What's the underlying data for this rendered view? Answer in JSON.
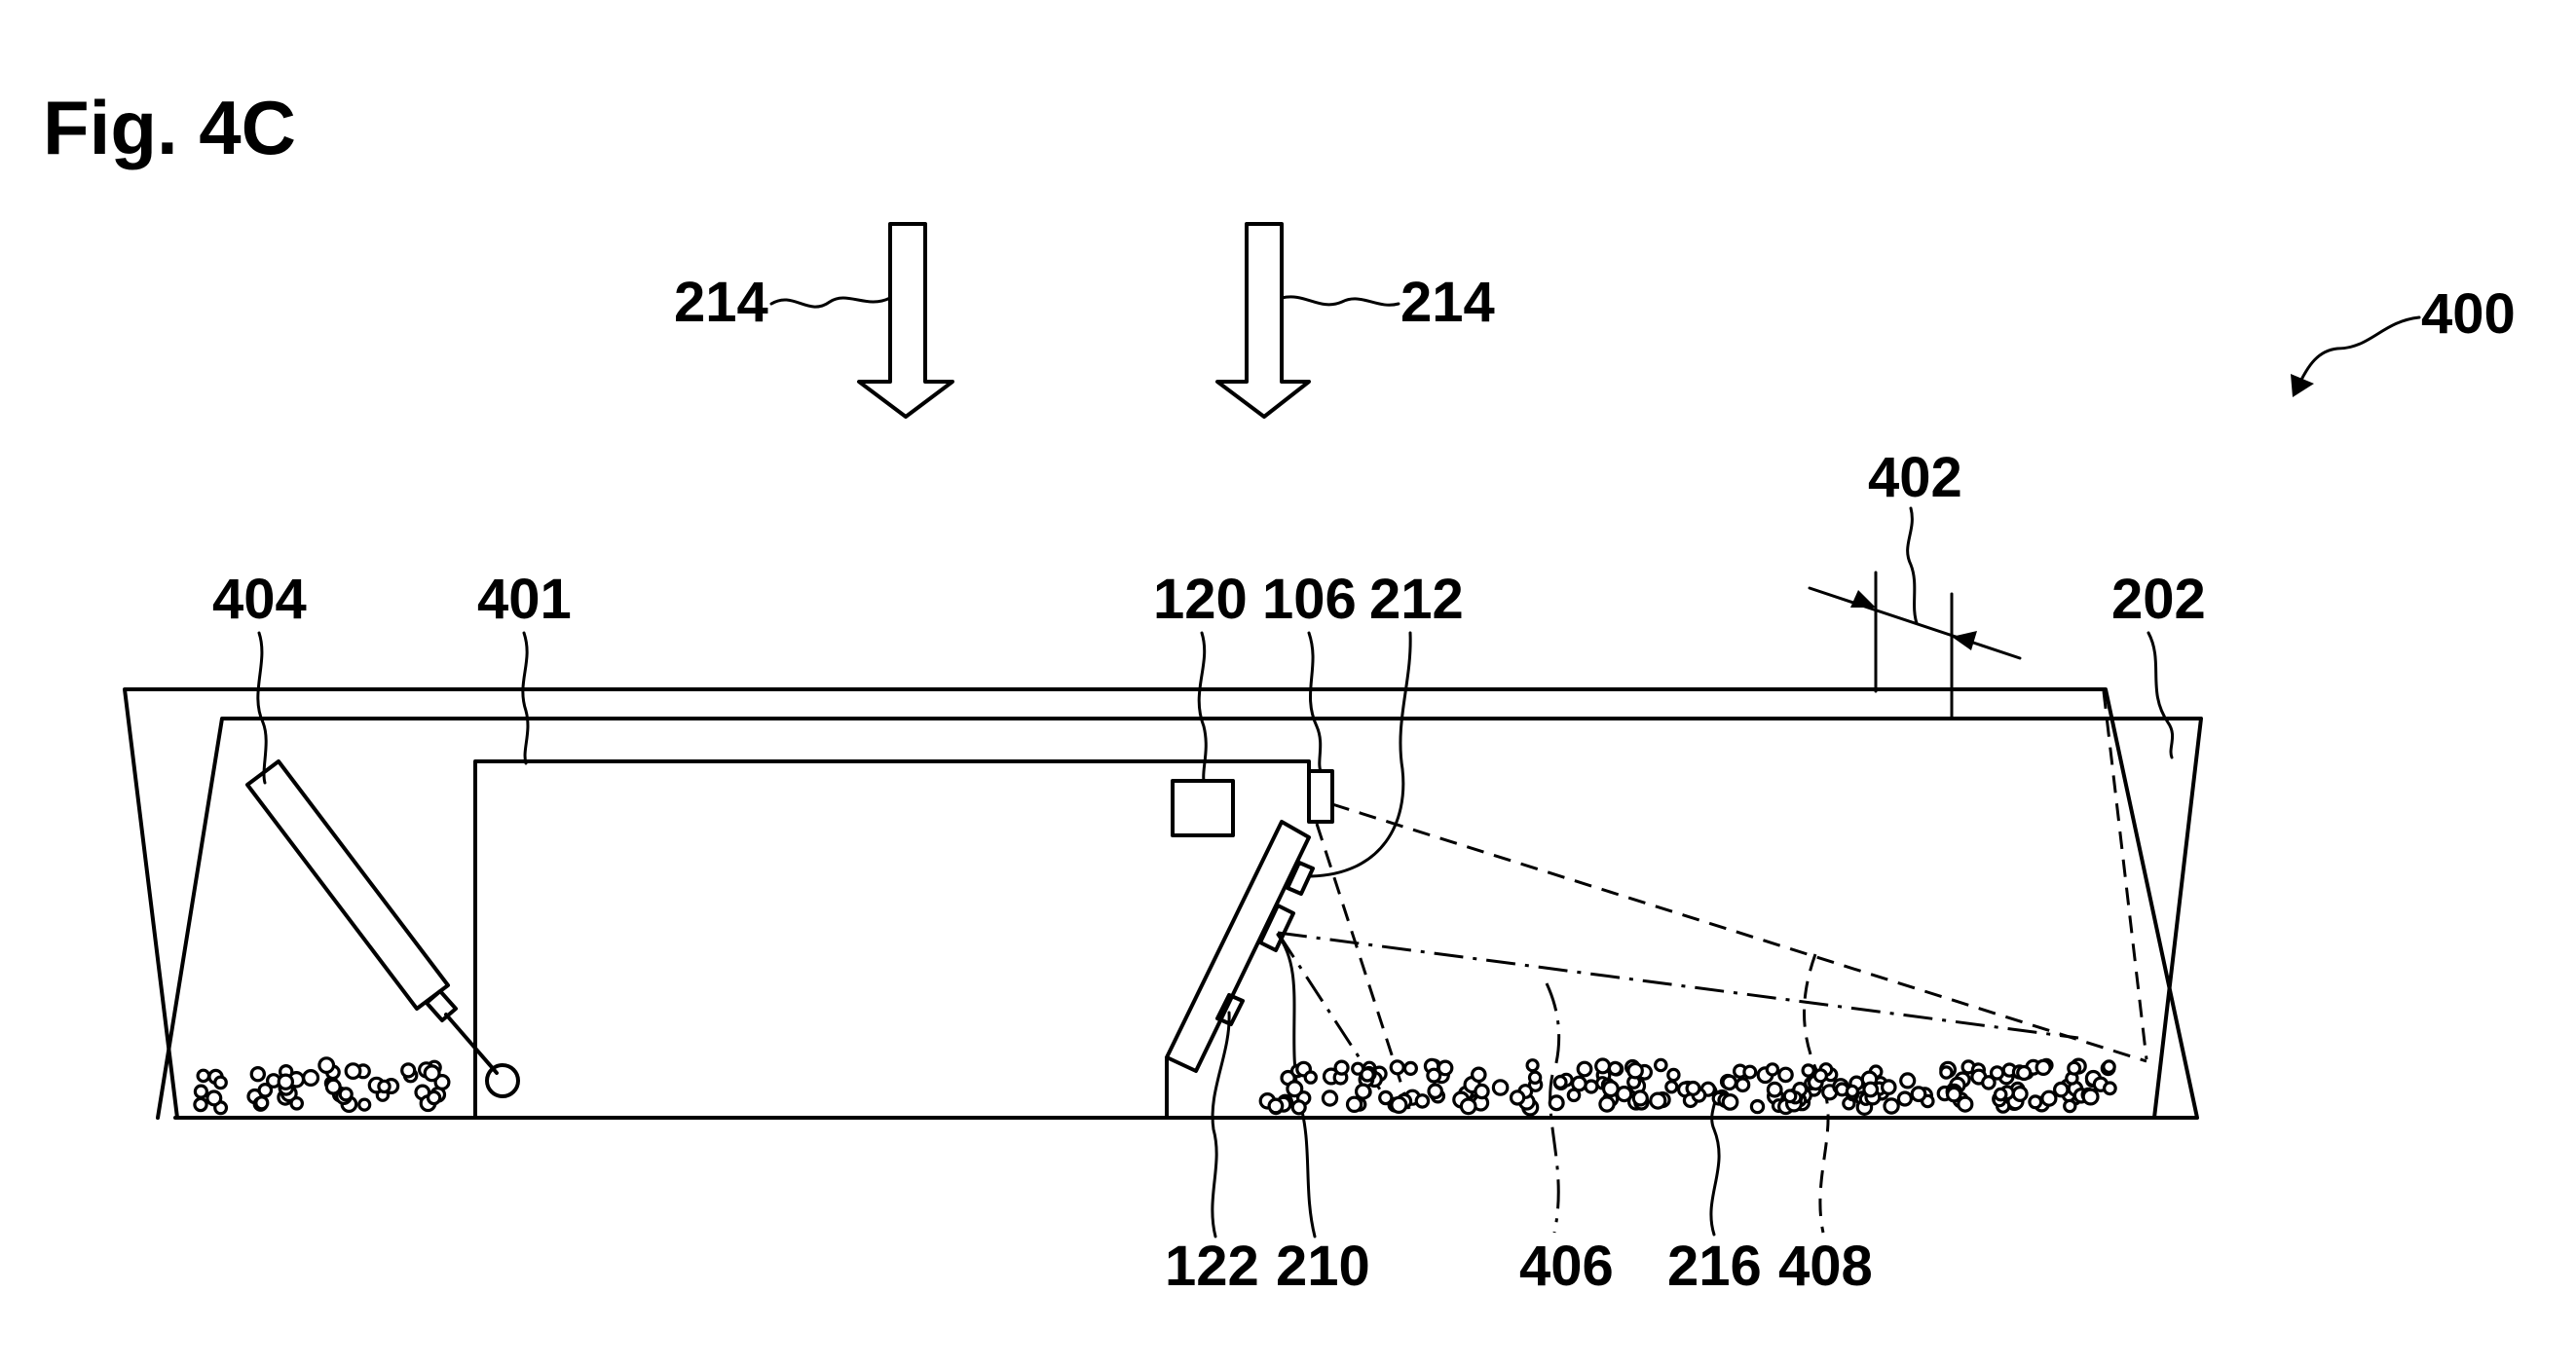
{
  "figure": {
    "title": "Fig. 4C",
    "labels": {
      "l400": "400",
      "l214a": "214",
      "l214b": "214",
      "l402": "402",
      "l404": "404",
      "l401": "401",
      "l120": "120",
      "l106": "106",
      "l212": "212",
      "l202": "202",
      "l122": "122",
      "l210": "210",
      "l406": "406",
      "l216": "216",
      "l408": "408"
    }
  }
}
